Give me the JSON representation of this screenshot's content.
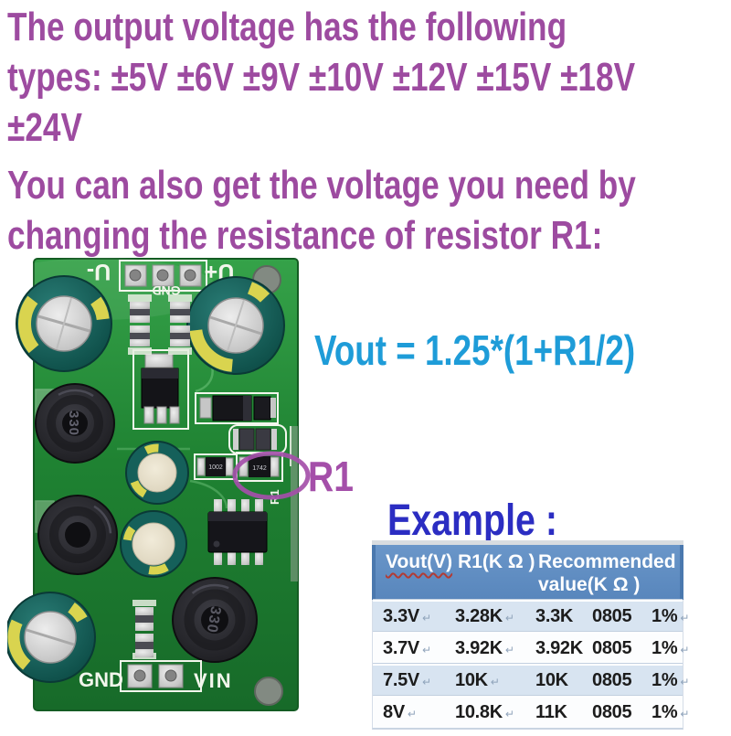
{
  "headline": {
    "color": "#9d4ba0",
    "lines": [
      "The output voltage has the following",
      "types: ±5V ±6V ±9V ±10V ±12V ±15V ±18V",
      "±24V",
      "You can also get the voltage you need by",
      "changing the resistance of resistor R1:"
    ]
  },
  "formula": {
    "text": "Vout = 1.25*(1+R1/2)",
    "color": "#1e9cd8"
  },
  "r1_callout": {
    "label": "R1",
    "color": "#a44fa9"
  },
  "example": {
    "heading": "Example :",
    "color": "#2b2dc2"
  },
  "table": {
    "header_bg": "#5f8ec4",
    "row_alt_bg": "#d8e4f1",
    "return_mark": "↵",
    "header": {
      "col_vout": "Vout(V)",
      "col_r1": "R1(K Ω )",
      "col_rec_line1": "Recommended",
      "col_rec_line2": "value(K Ω )"
    },
    "rows": [
      {
        "vout": "3.3V",
        "r1": "3.28K",
        "rec_value": "3.3K",
        "rec_size": "0805",
        "rec_tol": "1%"
      },
      {
        "vout": "3.7V",
        "r1": "3.92K",
        "rec_value": "3.92K",
        "rec_size": "0805",
        "rec_tol": "1%"
      },
      {
        "vout": "7.5V",
        "r1": "10K",
        "rec_value": "10K",
        "rec_size": "0805",
        "rec_tol": "1%"
      },
      {
        "vout": "8V",
        "r1": "10.8K",
        "rec_value": "11K",
        "rec_size": "0805",
        "rec_tol": "1%"
      }
    ]
  },
  "pcb": {
    "board_color": "#1f8232",
    "silkscreen": {
      "top_left": "U-",
      "top_center": "GND",
      "top_right": "U+",
      "bottom_left": "GND",
      "bottom_right": "VIN",
      "r1": "R1"
    },
    "components": {
      "inductor_value": "330",
      "resistor_1002": "1002",
      "resistor_r1": "1742"
    }
  }
}
